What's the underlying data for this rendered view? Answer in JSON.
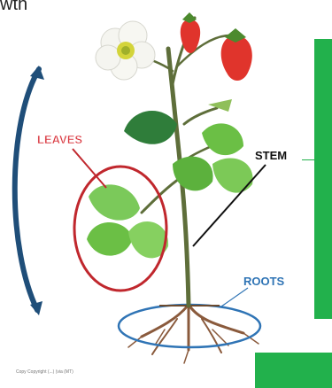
{
  "header": {
    "title_fragment": "wth"
  },
  "labels": {
    "leaves": "LEAVES",
    "stem": "STEM",
    "roots": "ROOTS"
  },
  "colors": {
    "leaves_label": "#d9363e",
    "stem_label": "#111111",
    "roots_label": "#2f74b5",
    "panel": "#22b14c",
    "bracket": "#1f4e79"
  },
  "footer": {
    "credit": "Copy Copyright (...) (via (MT)"
  }
}
